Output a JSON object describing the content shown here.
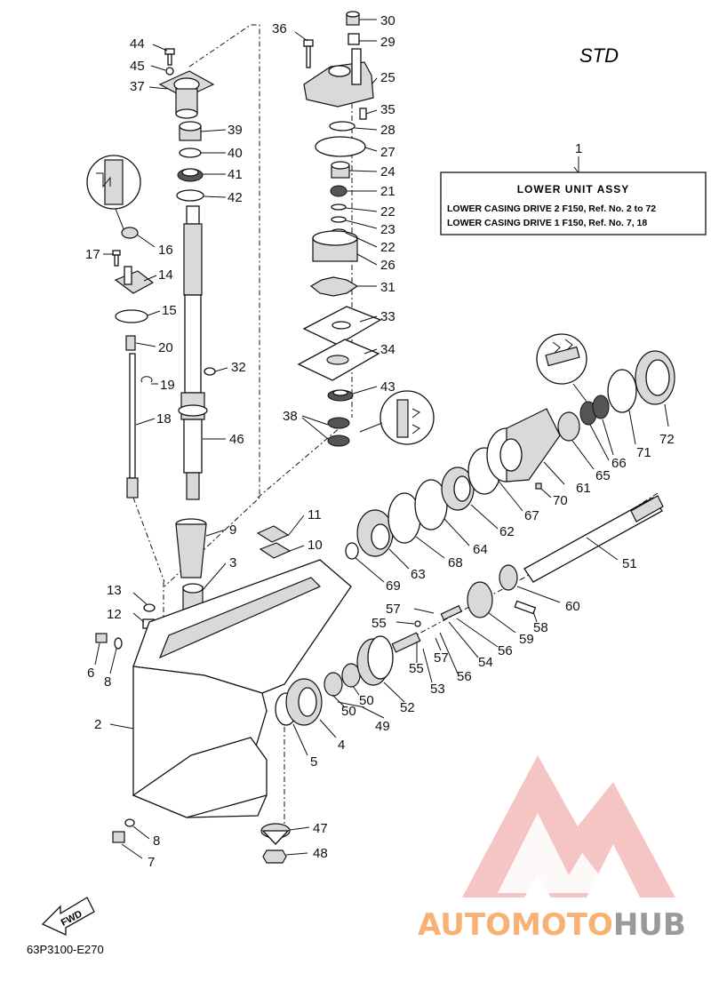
{
  "variant_label": "STD",
  "assembly_box": {
    "ref": "1",
    "title": "LOWER UNIT ASSY",
    "line1": "LOWER CASING DRIVE 2 F150, Ref. No. 2 to 72",
    "line2": "LOWER CASING DRIVE 1 F150, Ref. No. 7, 18"
  },
  "fwd_label": "FWD",
  "diagram_code": "63P3100-E270",
  "watermark": {
    "part1": "AUTOMOTO",
    "part2": "HUB"
  },
  "callouts": [
    {
      "id": "c44",
      "text": "44"
    },
    {
      "id": "c45",
      "text": "45"
    },
    {
      "id": "c37",
      "text": "37"
    },
    {
      "id": "c39",
      "text": "39"
    },
    {
      "id": "c40",
      "text": "40"
    },
    {
      "id": "c41",
      "text": "41"
    },
    {
      "id": "c42",
      "text": "42"
    },
    {
      "id": "c16",
      "text": "16"
    },
    {
      "id": "c17",
      "text": "17"
    },
    {
      "id": "c14",
      "text": "14"
    },
    {
      "id": "c15",
      "text": "15"
    },
    {
      "id": "c20",
      "text": "20"
    },
    {
      "id": "c19",
      "text": "19"
    },
    {
      "id": "c18",
      "text": "18"
    },
    {
      "id": "c32",
      "text": "32"
    },
    {
      "id": "c46",
      "text": "46"
    },
    {
      "id": "c36",
      "text": "36"
    },
    {
      "id": "c30",
      "text": "30"
    },
    {
      "id": "c29",
      "text": "29"
    },
    {
      "id": "c25",
      "text": "25"
    },
    {
      "id": "c35",
      "text": "35"
    },
    {
      "id": "c28",
      "text": "28"
    },
    {
      "id": "c27",
      "text": "27"
    },
    {
      "id": "c24",
      "text": "24"
    },
    {
      "id": "c21",
      "text": "21"
    },
    {
      "id": "c22a",
      "text": "22"
    },
    {
      "id": "c23",
      "text": "23"
    },
    {
      "id": "c22b",
      "text": "22"
    },
    {
      "id": "c26",
      "text": "26"
    },
    {
      "id": "c31",
      "text": "31"
    },
    {
      "id": "c33",
      "text": "33"
    },
    {
      "id": "c34",
      "text": "34"
    },
    {
      "id": "c43",
      "text": "43"
    },
    {
      "id": "c38",
      "text": "38"
    },
    {
      "id": "c11",
      "text": "11"
    },
    {
      "id": "c9",
      "text": "9"
    },
    {
      "id": "c10",
      "text": "10"
    },
    {
      "id": "c3",
      "text": "3"
    },
    {
      "id": "c13",
      "text": "13"
    },
    {
      "id": "c12",
      "text": "12"
    },
    {
      "id": "c6",
      "text": "6"
    },
    {
      "id": "c8a",
      "text": "8"
    },
    {
      "id": "c2",
      "text": "2"
    },
    {
      "id": "c5",
      "text": "5"
    },
    {
      "id": "c4",
      "text": "4"
    },
    {
      "id": "c50a",
      "text": "50"
    },
    {
      "id": "c50b",
      "text": "50"
    },
    {
      "id": "c49",
      "text": "49"
    },
    {
      "id": "c52",
      "text": "52"
    },
    {
      "id": "c8b",
      "text": "8"
    },
    {
      "id": "c7",
      "text": "7"
    },
    {
      "id": "c47",
      "text": "47"
    },
    {
      "id": "c48",
      "text": "48"
    },
    {
      "id": "c72",
      "text": "72"
    },
    {
      "id": "c71",
      "text": "71"
    },
    {
      "id": "c66",
      "text": "66"
    },
    {
      "id": "c65",
      "text": "65"
    },
    {
      "id": "c61",
      "text": "61"
    },
    {
      "id": "c70",
      "text": "70"
    },
    {
      "id": "c67",
      "text": "67"
    },
    {
      "id": "c62",
      "text": "62"
    },
    {
      "id": "c64",
      "text": "64"
    },
    {
      "id": "c68",
      "text": "68"
    },
    {
      "id": "c63",
      "text": "63"
    },
    {
      "id": "c69",
      "text": "69"
    },
    {
      "id": "c51",
      "text": "51"
    },
    {
      "id": "c60",
      "text": "60"
    },
    {
      "id": "c58",
      "text": "58"
    },
    {
      "id": "c59",
      "text": "59"
    },
    {
      "id": "c57a",
      "text": "57"
    },
    {
      "id": "c55a",
      "text": "55"
    },
    {
      "id": "c56a",
      "text": "56"
    },
    {
      "id": "c54",
      "text": "54"
    },
    {
      "id": "c57b",
      "text": "57"
    },
    {
      "id": "c56b",
      "text": "56"
    },
    {
      "id": "c55b",
      "text": "55"
    },
    {
      "id": "c53",
      "text": "53"
    }
  ],
  "colors": {
    "ink": "#111111",
    "watermark_red": "#e8736f",
    "watermark_orange": "#f7b273",
    "watermark_gray": "#9a9a9a"
  }
}
